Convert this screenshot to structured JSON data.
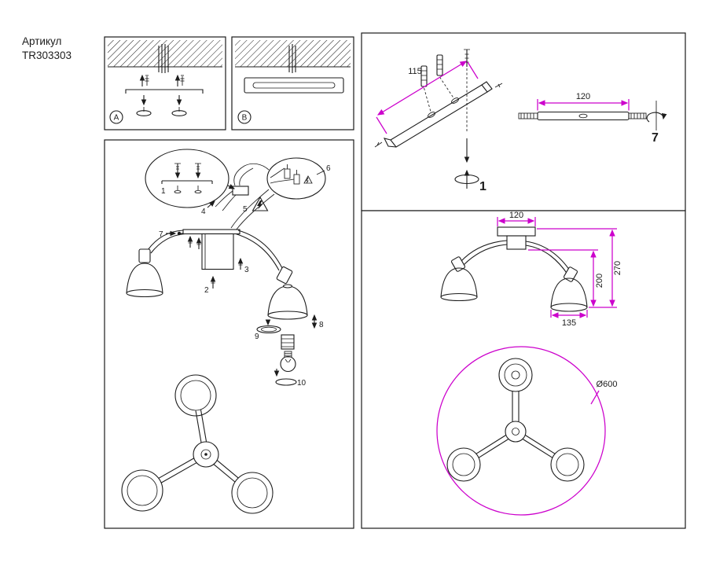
{
  "article": {
    "label": "Артикул",
    "number": "TR303303"
  },
  "mount_options": {
    "a_label": "A",
    "b_label": "B"
  },
  "parts": {
    "p1": "1",
    "p2": "2",
    "p3": "3",
    "p4": "4",
    "p5": "5",
    "p6": "6",
    "p7": "7",
    "p8": "8",
    "p9": "9",
    "p10": "10"
  },
  "bracket_detail": {
    "dim_length": "115",
    "part_bracket": "1",
    "dim_bar": "120",
    "part_bar": "7"
  },
  "dimensions": {
    "canopy_width": "120",
    "total_height": "270",
    "lamp_height": "200",
    "shade_diameter": "135",
    "fixture_diameter": "Ø600"
  },
  "colors": {
    "line": "#1c1c1c",
    "dimension": "#cc00cc"
  }
}
